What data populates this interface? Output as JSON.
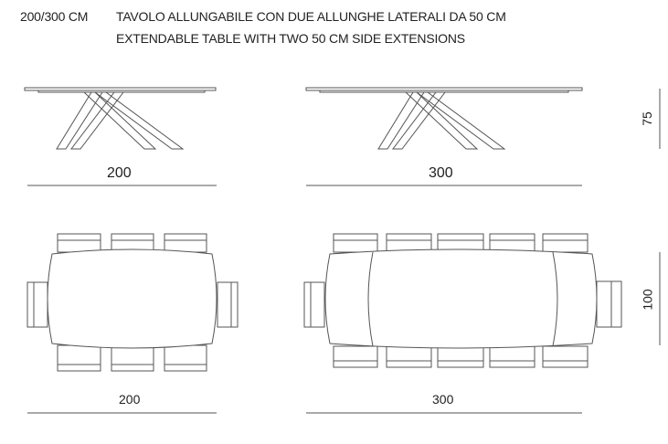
{
  "title": {
    "size": "200/300 CM",
    "line1": "TAVOLO ALLUNGABILE CON DUE ALLUNGHE LATERALI DA 50 CM",
    "line2": "EXTENDABLE TABLE WITH TWO 50 CM SIDE EXTENSIONS"
  },
  "dimensions": {
    "side_closed_length": "200",
    "side_open_length": "300",
    "height": "75",
    "plan_closed_length": "200",
    "plan_open_length": "300",
    "width": "100"
  }
}
